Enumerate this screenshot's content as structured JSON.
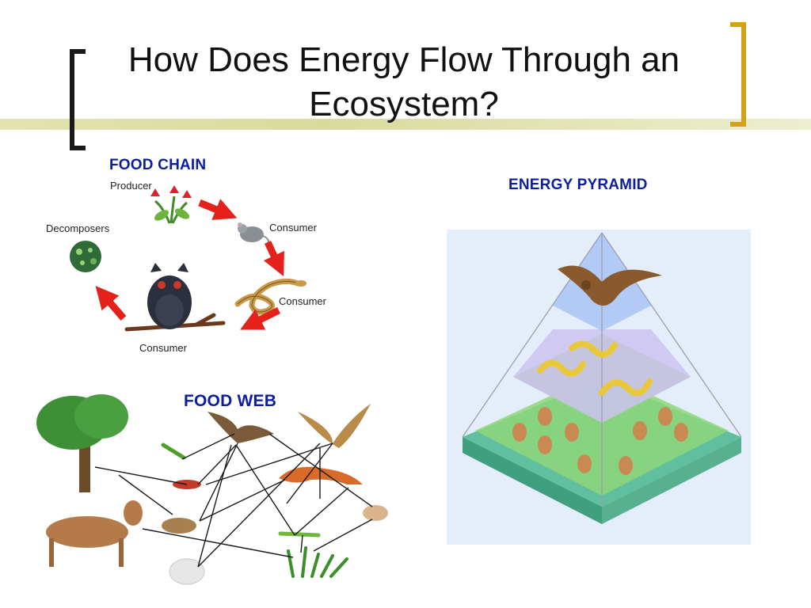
{
  "slide": {
    "title": "How Does Energy Flow Through an Ecosystem?"
  },
  "food_chain": {
    "heading": "FOOD CHAIN",
    "labels": {
      "producer": "Producer",
      "consumer_1": "Consumer",
      "consumer_2": "Consumer",
      "consumer_3": "Consumer",
      "decomposers": "Decomposers"
    }
  },
  "energy_pyramid": {
    "heading": "ENERGY PYRAMID"
  },
  "food_web": {
    "heading": "FOOD WEB"
  },
  "colors": {
    "title_band": "#dfe1a8",
    "left_bracket": "#1a1a1a",
    "right_bracket": "#d4a118",
    "heading_blue": "#0b1f9c",
    "chain_arrow": "#e4211b",
    "pyramid_bg": "#e4eefa"
  }
}
